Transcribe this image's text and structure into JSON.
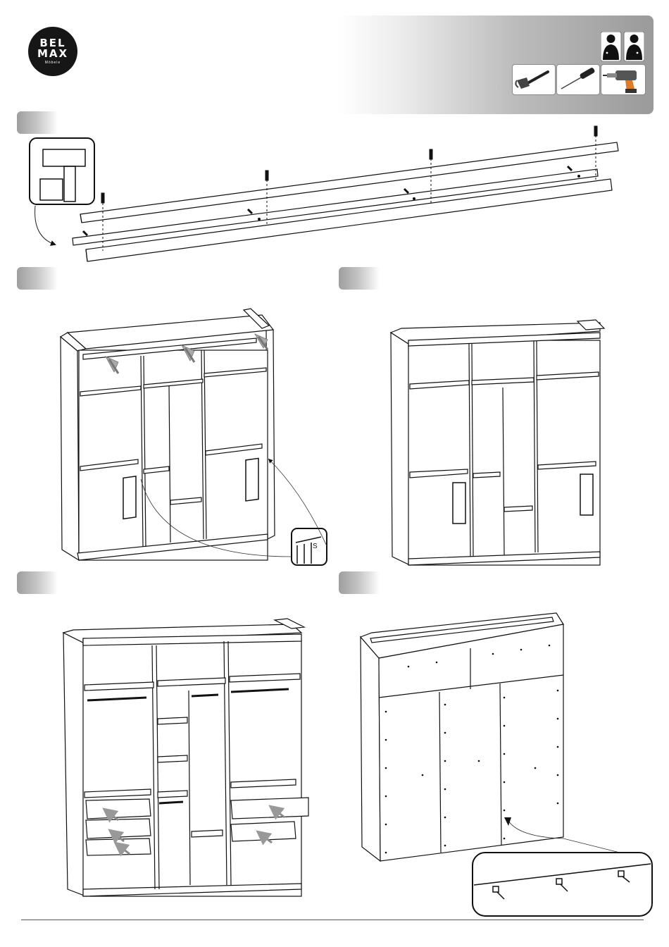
{
  "brand": {
    "line1": "BEL",
    "line2": "MAX",
    "line3": "Möbele"
  },
  "header": {
    "people_icon": "two-person-assembly-icon",
    "tools": [
      {
        "name": "hammer-icon"
      },
      {
        "name": "screwdriver-icon"
      },
      {
        "name": "power-drill-icon"
      }
    ],
    "colors": {
      "band_dark": "#9a9a9a",
      "band_light": "#ffffff",
      "drill_accent": "#e07b2a"
    }
  },
  "steps": [
    {
      "id": "step-1",
      "label": ""
    },
    {
      "id": "step-2",
      "label": ""
    },
    {
      "id": "step-3",
      "label": ""
    },
    {
      "id": "step-4",
      "label": ""
    },
    {
      "id": "step-5",
      "label": ""
    }
  ]
}
